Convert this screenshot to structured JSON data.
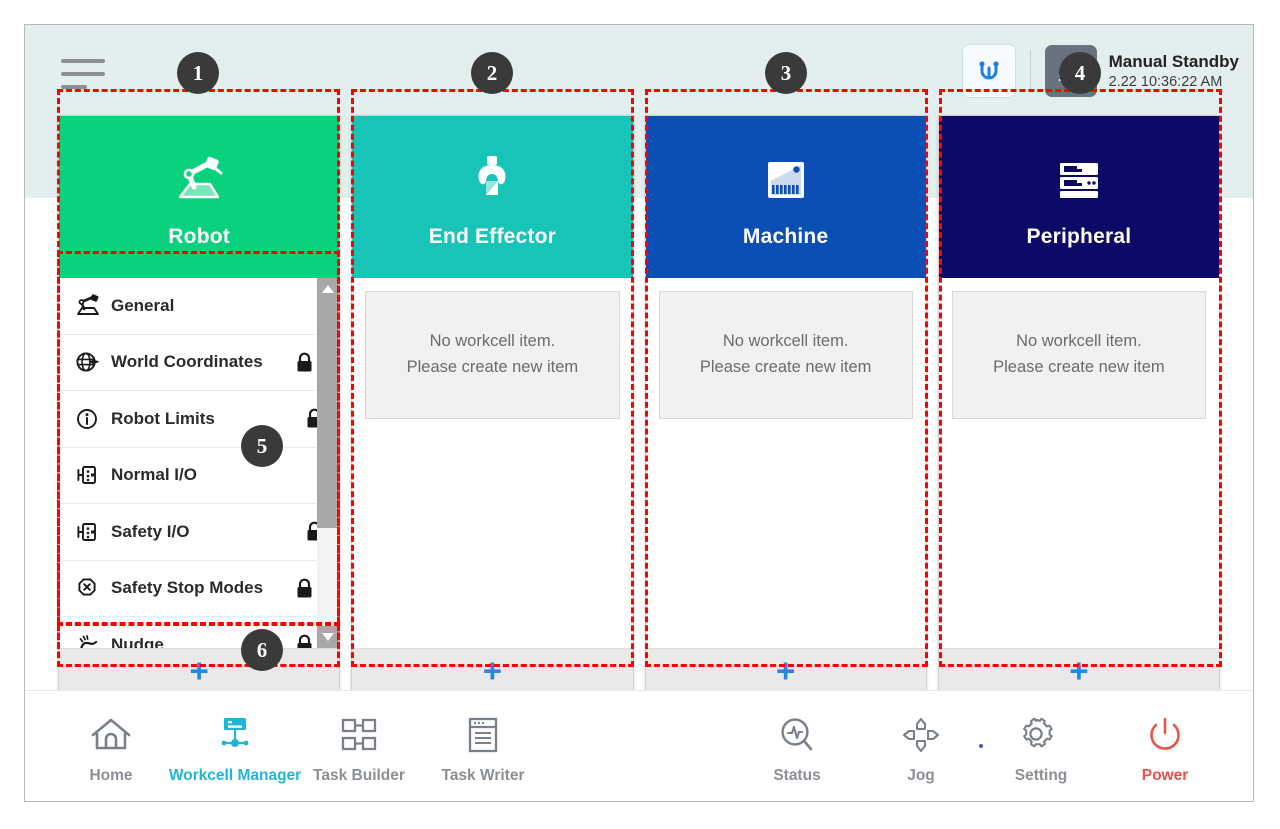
{
  "header": {
    "menu_icon": "hamburger-icon",
    "robot_state_icon": "cobot-reset-icon",
    "mode_icon": "manual-hand-icon",
    "status": "Manual Standby",
    "datetime": "2.22 10:36:22 AM"
  },
  "columns": [
    {
      "key": "robot",
      "title": "Robot",
      "icon": "robot-arm-icon",
      "color": "#0ad17d",
      "selected": true,
      "items": [
        {
          "label": "General",
          "icon": "robot-arm-icon",
          "locked": false,
          "lock_far": false
        },
        {
          "label": "World Coordinates",
          "icon": "world-globe-icon",
          "locked": true,
          "lock_far": false
        },
        {
          "label": "Robot Limits",
          "icon": "limits-circle-icon",
          "locked": true,
          "lock_far": true
        },
        {
          "label": "Normal I/O",
          "icon": "io-port-icon",
          "locked": false,
          "lock_far": false
        },
        {
          "label": "Safety I/O",
          "icon": "io-port-icon",
          "locked": true,
          "lock_far": true
        },
        {
          "label": "Safety Stop Modes",
          "icon": "stop-octagon-icon",
          "locked": true,
          "lock_far": false
        },
        {
          "label": "Nudge",
          "icon": "nudge-hand-icon",
          "locked": true,
          "lock_far": false
        }
      ],
      "add_label": "+"
    },
    {
      "key": "end-effector",
      "title": "End Effector",
      "icon": "gripper-icon",
      "color": "#18c4b8",
      "selected": false,
      "empty_line1": "No workcell item.",
      "empty_line2": "Please create new item",
      "add_label": "+"
    },
    {
      "key": "machine",
      "title": "Machine",
      "icon": "machine-panel-icon",
      "color": "#0b4fb5",
      "selected": false,
      "empty_line1": "No workcell item.",
      "empty_line2": "Please create new item",
      "add_label": "+"
    },
    {
      "key": "peripheral",
      "title": "Peripheral",
      "icon": "server-rack-icon",
      "color": "#0c0a66",
      "selected": false,
      "empty_line1": "No workcell item.",
      "empty_line2": "Please create new item",
      "add_label": "+"
    }
  ],
  "nav": {
    "left": [
      {
        "label": "Home",
        "icon": "home-icon",
        "active": false
      },
      {
        "label": "Workcell Manager",
        "icon": "workcell-node-icon",
        "active": true
      },
      {
        "label": "Task Builder",
        "icon": "task-builder-icon",
        "active": false
      },
      {
        "label": "Task Writer",
        "icon": "task-writer-icon",
        "active": false
      }
    ],
    "right": [
      {
        "label": "Status",
        "icon": "status-magnifier-icon",
        "kind": "normal"
      },
      {
        "label": "Jog",
        "icon": "jog-dpad-icon",
        "kind": "normal"
      },
      {
        "label": "Setting",
        "icon": "gear-icon",
        "kind": "normal"
      },
      {
        "label": "Power",
        "icon": "power-icon",
        "kind": "power"
      }
    ]
  },
  "annotations": [
    {
      "n": "1"
    },
    {
      "n": "2"
    },
    {
      "n": "3"
    },
    {
      "n": "4"
    },
    {
      "n": "5"
    },
    {
      "n": "6"
    }
  ],
  "colors": {
    "robot": "#0ad17d",
    "end_effector": "#18c4b8",
    "machine": "#0b4fb5",
    "peripheral": "#0c0a66",
    "accent_blue": "#1e8ae0",
    "active_nav": "#1fb6d6",
    "power_red": "#e8534a",
    "annotation": "#ff0000",
    "header_bg": "#e3efee"
  }
}
